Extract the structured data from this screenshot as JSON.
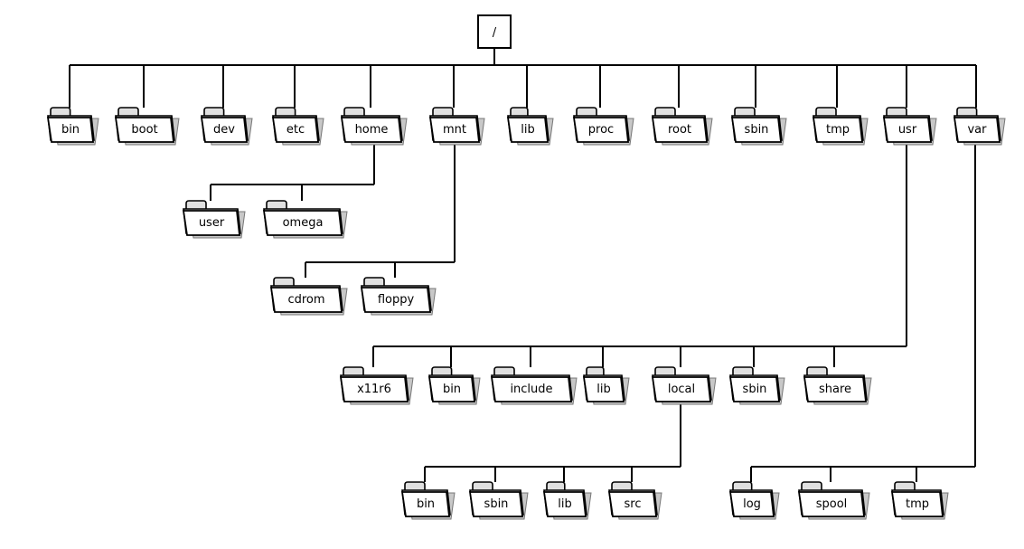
{
  "root": {
    "id": "root",
    "label": "/"
  },
  "folders": [
    {
      "id": "bin",
      "label": "bin"
    },
    {
      "id": "boot",
      "label": "boot"
    },
    {
      "id": "dev",
      "label": "dev"
    },
    {
      "id": "etc",
      "label": "etc"
    },
    {
      "id": "home",
      "label": "home"
    },
    {
      "id": "mnt",
      "label": "mnt"
    },
    {
      "id": "lib",
      "label": "lib"
    },
    {
      "id": "proc",
      "label": "proc"
    },
    {
      "id": "rootdir",
      "label": "root"
    },
    {
      "id": "sbin",
      "label": "sbin"
    },
    {
      "id": "tmp",
      "label": "tmp"
    },
    {
      "id": "usr",
      "label": "usr"
    },
    {
      "id": "var",
      "label": "var"
    },
    {
      "id": "home-user",
      "label": "user"
    },
    {
      "id": "home-omega",
      "label": "omega"
    },
    {
      "id": "mnt-cdrom",
      "label": "cdrom"
    },
    {
      "id": "mnt-floppy",
      "label": "floppy"
    },
    {
      "id": "usr-x11r6",
      "label": "x11r6"
    },
    {
      "id": "usr-bin",
      "label": "bin"
    },
    {
      "id": "usr-include",
      "label": "include"
    },
    {
      "id": "usr-lib",
      "label": "lib"
    },
    {
      "id": "usr-local",
      "label": "local"
    },
    {
      "id": "usr-sbin",
      "label": "sbin"
    },
    {
      "id": "usr-share",
      "label": "share"
    },
    {
      "id": "local-bin",
      "label": "bin"
    },
    {
      "id": "local-sbin",
      "label": "sbin"
    },
    {
      "id": "local-lib",
      "label": "lib"
    },
    {
      "id": "local-src",
      "label": "src"
    },
    {
      "id": "var-log",
      "label": "log"
    },
    {
      "id": "var-spool",
      "label": "spool"
    },
    {
      "id": "var-tmp",
      "label": "tmp"
    }
  ],
  "edges": [
    [
      "root",
      "bin"
    ],
    [
      "root",
      "boot"
    ],
    [
      "root",
      "dev"
    ],
    [
      "root",
      "etc"
    ],
    [
      "root",
      "home"
    ],
    [
      "root",
      "mnt"
    ],
    [
      "root",
      "lib"
    ],
    [
      "root",
      "proc"
    ],
    [
      "root",
      "rootdir"
    ],
    [
      "root",
      "sbin"
    ],
    [
      "root",
      "tmp"
    ],
    [
      "root",
      "usr"
    ],
    [
      "root",
      "var"
    ],
    [
      "home",
      "home-user"
    ],
    [
      "home",
      "home-omega"
    ],
    [
      "mnt",
      "mnt-cdrom"
    ],
    [
      "mnt",
      "mnt-floppy"
    ],
    [
      "usr",
      "usr-x11r6"
    ],
    [
      "usr",
      "usr-bin"
    ],
    [
      "usr",
      "usr-include"
    ],
    [
      "usr",
      "usr-lib"
    ],
    [
      "usr",
      "usr-local"
    ],
    [
      "usr",
      "usr-sbin"
    ],
    [
      "usr",
      "usr-share"
    ],
    [
      "usr-local",
      "local-bin"
    ],
    [
      "usr-local",
      "local-sbin"
    ],
    [
      "usr-local",
      "local-lib"
    ],
    [
      "usr-local",
      "local-src"
    ],
    [
      "var",
      "var-log"
    ],
    [
      "var",
      "var-spool"
    ],
    [
      "var",
      "var-tmp"
    ]
  ],
  "colors": {
    "line": "#000000",
    "folder_fill": "#ffffff",
    "tab_fill": "#e0e0e0",
    "shadow": "#c8c8c8"
  }
}
